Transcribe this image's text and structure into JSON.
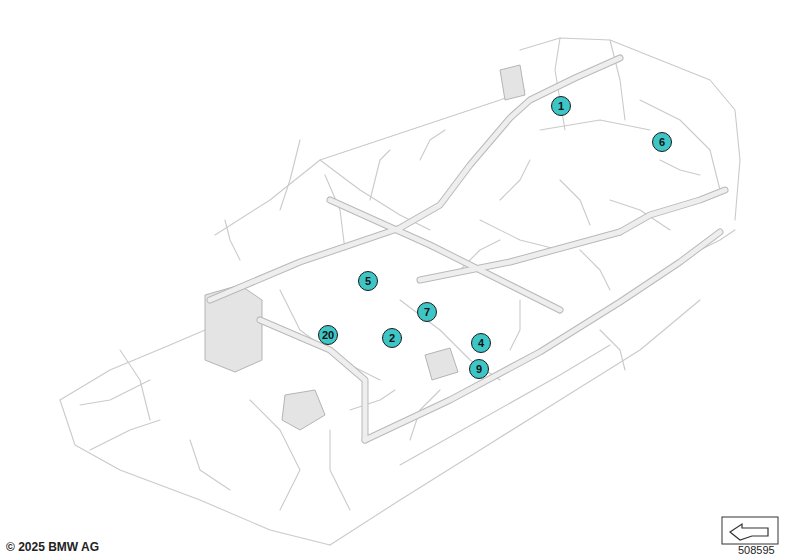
{
  "diagram": {
    "nodes": [
      {
        "text": [
          "1"
        ]
      },
      {
        "text": [
          "6"
        ]
      },
      {
        "text": [
          "5"
        ]
      },
      {
        "text": [
          "7"
        ]
      },
      {
        "text": [
          "20"
        ]
      },
      {
        "text": [
          "2"
        ]
      },
      {
        "text": [
          "4"
        ]
      },
      {
        "text": [
          "9"
        ]
      }
    ],
    "labels": [
      "© 2025 BMW AG",
      "508595"
    ]
  }
}
